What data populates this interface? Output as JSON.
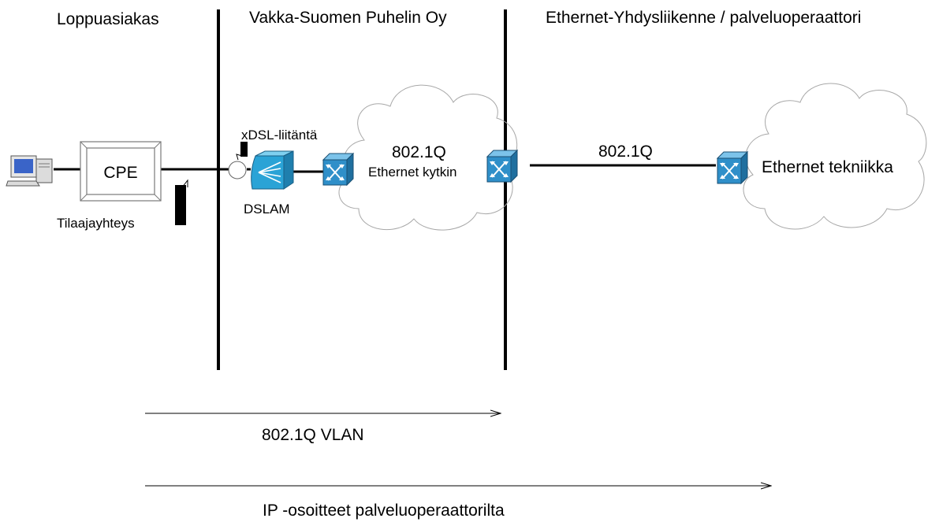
{
  "sections": {
    "left_title": "Loppuasiakas",
    "middle_title": "Vakka-Suomen Puhelin Oy",
    "right_title": "Ethernet-Yhdysliikenne / palveluoperaattori"
  },
  "devices": {
    "computer_icon": "desktop-computer-icon",
    "cpe_label": "CPE",
    "subscriber_line_label": "Tilaajayhteys",
    "xdsl_interface_label": "xDSL-liitäntä",
    "dslam_label": "DSLAM",
    "switch_icon": "ethernet-switch-icon"
  },
  "clouds": {
    "left_protocol": "802.1Q",
    "left_caption": "Ethernet kytkin",
    "right_caption": "Ethernet tekniikka"
  },
  "links": {
    "trunk_label": "802.1Q"
  },
  "arrows": {
    "vlan_label": "802.1Q VLAN",
    "ip_label": "IP -osoitteet palveluoperaattorilta"
  },
  "colors": {
    "switch_face": "#2f8fc9",
    "switch_top": "#7cc3ea",
    "switch_side": "#1f6f9f",
    "dslam_face": "#2aa3d6",
    "monitor_screen": "#3a64c8",
    "cloud_stroke": "#a8a8a8"
  }
}
